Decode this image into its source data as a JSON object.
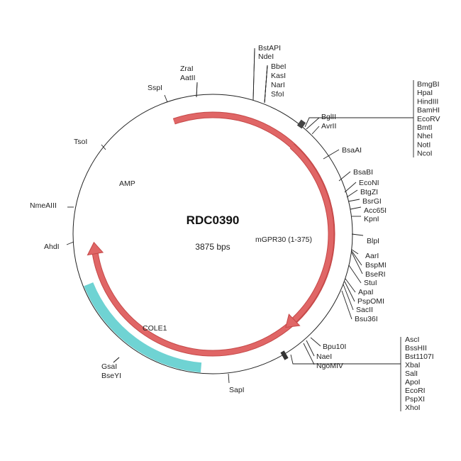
{
  "plasmid": {
    "name": "RDC0390",
    "size": "3875 bps"
  },
  "features": [
    {
      "name": "AMP",
      "color": "#e06666",
      "direction": "ccw"
    },
    {
      "name": "mGPR30 (1-375)",
      "color": "#e06666",
      "direction": "cw"
    },
    {
      "name": "COLE1",
      "color": "#6fd3d3",
      "direction": "none"
    }
  ],
  "sites": {
    "left": [
      "SspI",
      "ZraI",
      "AatII",
      "TsoI",
      "NmeAIII",
      "AhdI",
      "GsaI",
      "BseYI",
      "SapI"
    ],
    "top": [
      "BstAPI",
      "NdeI",
      "BbeI",
      "KasI",
      "NarI",
      "SfoI"
    ],
    "mcs1_near": [
      "BglII",
      "AvrII"
    ],
    "mcs1_list": [
      "BmgBI",
      "HpaI",
      "HindIII",
      "BamHI",
      "EcoRV",
      "BmtI",
      "NheI",
      "NotI",
      "NcoI"
    ],
    "right": [
      "BsaAI",
      "BsaBI",
      "EcoNI",
      "BtgZI",
      "BsrGI",
      "Acc65I",
      "KpnI",
      "BlpI",
      "AarI",
      "BspMI",
      "BseRI",
      "StuI",
      "ApaI",
      "PspOMI",
      "SacII",
      "Bsu36I"
    ],
    "mcs2_near": [
      "Bpu10I",
      "NaeI",
      "NgoMIV"
    ],
    "mcs2_list": [
      "AscI",
      "BssHII",
      "Bst1107I",
      "XbaI",
      "SalI",
      "ApoI",
      "EcoRI",
      "PspXI",
      "XhoI"
    ]
  }
}
